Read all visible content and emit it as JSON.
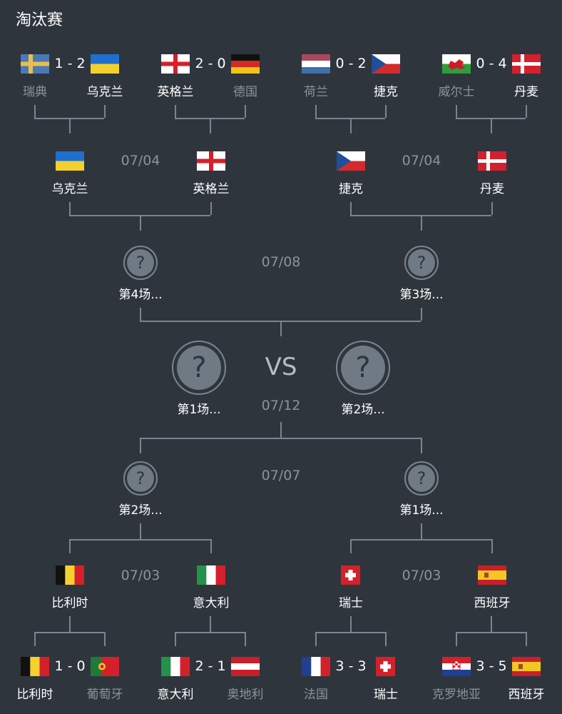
{
  "header": {
    "title": "淘汰赛"
  },
  "colors": {
    "background": "#2f353c",
    "line": "#7b858f",
    "winner_text": "#ffffff",
    "loser_text": "#8a939c",
    "placeholder": "#6f7a85"
  },
  "top_r16": [
    {
      "home": {
        "name": "瑞典",
        "flag": "sweden-flag",
        "winner": false
      },
      "away": {
        "name": "乌克兰",
        "flag": "ukraine-flag",
        "winner": true
      },
      "score": "1 - 2"
    },
    {
      "home": {
        "name": "英格兰",
        "flag": "england-flag",
        "winner": true
      },
      "away": {
        "name": "德国",
        "flag": "germany-flag",
        "winner": false
      },
      "score": "2 - 0"
    },
    {
      "home": {
        "name": "荷兰",
        "flag": "netherlands-flag",
        "winner": false
      },
      "away": {
        "name": "捷克",
        "flag": "czech-flag",
        "winner": true
      },
      "score": "0 - 2"
    },
    {
      "home": {
        "name": "威尔士",
        "flag": "wales-flag",
        "winner": false
      },
      "away": {
        "name": "丹麦",
        "flag": "denmark-flag",
        "winner": true
      },
      "score": "0 - 4"
    }
  ],
  "top_qf": [
    {
      "date": "07/04",
      "home": {
        "name": "乌克兰",
        "flag": "ukraine-flag"
      },
      "away": {
        "name": "英格兰",
        "flag": "england-flag"
      }
    },
    {
      "date": "07/04",
      "home": {
        "name": "捷克",
        "flag": "czech-flag"
      },
      "away": {
        "name": "丹麦",
        "flag": "denmark-flag"
      }
    }
  ],
  "top_sf": {
    "date": "07/08",
    "left": "第4场...",
    "right": "第3场..."
  },
  "final": {
    "vs": "VS",
    "date": "07/12",
    "left": "第1场...",
    "right": "第2场..."
  },
  "bottom_sf": {
    "date": "07/07",
    "left": "第2场...",
    "right": "第1场..."
  },
  "bottom_qf": [
    {
      "date": "07/03",
      "home": {
        "name": "比利时",
        "flag": "belgium-flag"
      },
      "away": {
        "name": "意大利",
        "flag": "italy-flag"
      }
    },
    {
      "date": "07/03",
      "home": {
        "name": "瑞士",
        "flag": "switzerland-flag"
      },
      "away": {
        "name": "西班牙",
        "flag": "spain-flag"
      }
    }
  ],
  "bottom_r16": [
    {
      "home": {
        "name": "比利时",
        "flag": "belgium-flag",
        "winner": true
      },
      "away": {
        "name": "葡萄牙",
        "flag": "portugal-flag",
        "winner": false
      },
      "score": "1 - 0"
    },
    {
      "home": {
        "name": "意大利",
        "flag": "italy-flag",
        "winner": true
      },
      "away": {
        "name": "奥地利",
        "flag": "austria-flag",
        "winner": false
      },
      "score": "2 - 1"
    },
    {
      "home": {
        "name": "法国",
        "flag": "france-flag",
        "winner": false
      },
      "away": {
        "name": "瑞士",
        "flag": "switzerland-flag",
        "winner": true
      },
      "score": "3 - 3"
    },
    {
      "home": {
        "name": "克罗地亚",
        "flag": "croatia-flag",
        "winner": false
      },
      "away": {
        "name": "西班牙",
        "flag": "spain-flag",
        "winner": true
      },
      "score": "3 - 5"
    }
  ],
  "placeholder_glyph": "?"
}
